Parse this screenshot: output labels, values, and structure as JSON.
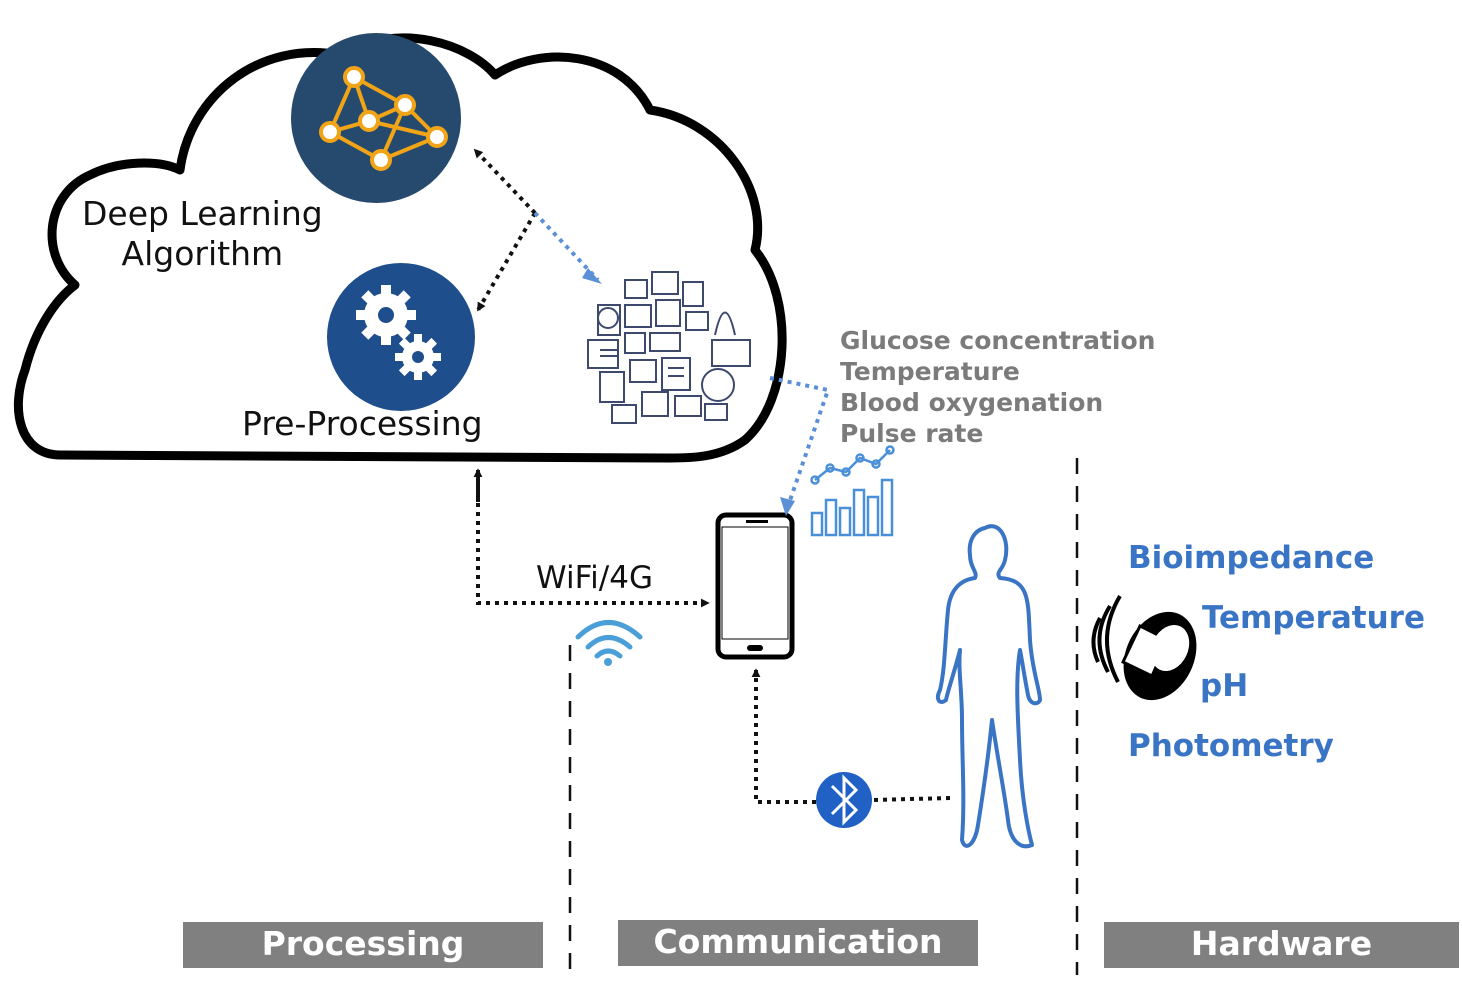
{
  "cloud": {
    "deep_learning_label": "Deep Learning\nAlgorithm",
    "preprocessing_label": "Pre-Processing"
  },
  "metrics": [
    "Glucose concentration",
    "Temperature",
    "Blood oxygenation",
    "Pulse rate"
  ],
  "link": {
    "wifi_label": "WiFi/4G"
  },
  "sensors": [
    "Bioimpedance",
    "Temperature",
    "pH",
    "Photometry"
  ],
  "sections": [
    "Processing",
    "Communication",
    "Hardware"
  ],
  "colors": {
    "accent_blue": "#3a74c4",
    "dark_navy": "#264a6e",
    "gear_blue": "#1f4e8c",
    "network_orange": "#f2a417",
    "bluetooth_blue": "#2160c4",
    "section_gray": "#808080",
    "metric_gray": "#7b7b7b"
  },
  "icons": [
    "neural-network-icon",
    "gears-icon",
    "math-circle-icon",
    "bar-line-chart-icon",
    "smartphone-icon",
    "wifi-icon",
    "bluetooth-icon",
    "human-silhouette-icon",
    "wearable-sensor-icon"
  ]
}
